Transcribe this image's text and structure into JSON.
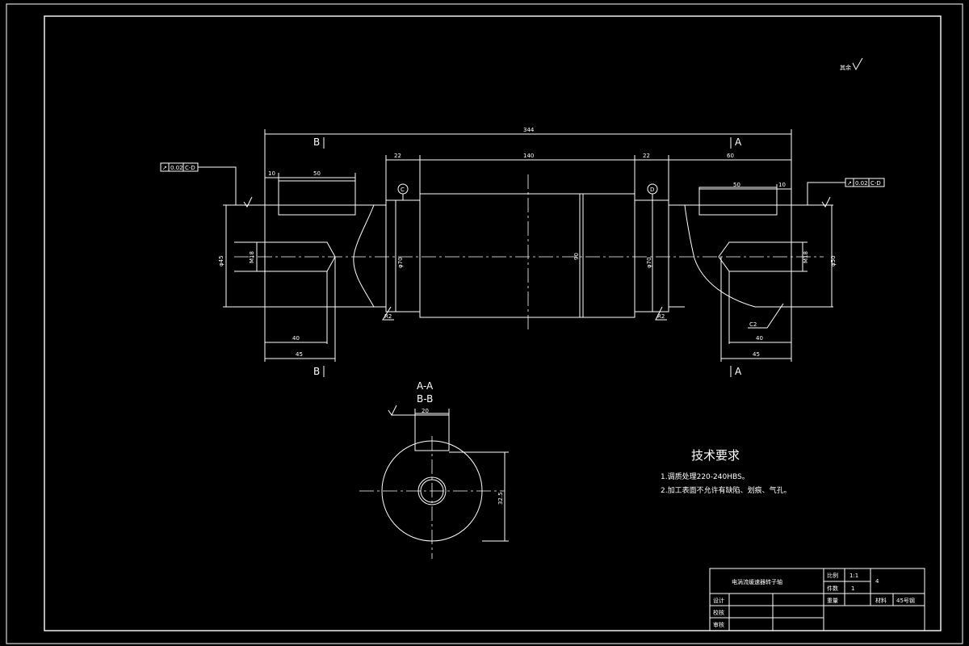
{
  "drawing": {
    "dims": {
      "total": "344",
      "d22_left": "22",
      "d140": "140",
      "d22_right": "22",
      "d60": "60",
      "d10_left": "10",
      "d50_left": "50",
      "d50_right": "50",
      "d10_right": "10",
      "d40_left": "40",
      "d45_left": "45",
      "d40_right": "40",
      "d45_right": "45",
      "dia45": "φ45",
      "dia18_left": "M18",
      "dia18_right": "M18",
      "dia70_left": "φ70",
      "dia70_right": "φ70",
      "dia90": "90",
      "dia50_right": "φ50",
      "chamfer": "C2",
      "r2_left": "R2",
      "r2_right": "R2",
      "key_width": "20",
      "key_depth": "32.5"
    },
    "tolerance_frames": [
      {
        "symbol": "↗",
        "value": "0.02",
        "datum": "C-D"
      },
      {
        "symbol": "↗",
        "value": "0.02",
        "datum": "C-D"
      }
    ],
    "datums": {
      "c": "C",
      "d": "D"
    },
    "section_marks": {
      "b_top": "B",
      "a_top": "A",
      "b_bottom": "B",
      "a_bottom": "A"
    },
    "section_title_1": "A-A",
    "section_title_2": "B-B",
    "roughness_note": "其余"
  },
  "requirements": {
    "heading": "技术要求",
    "line1": "1.调质处理220-240HBS。",
    "line2": "2.加工表面不允许有缺陷、划痕、气孔。"
  },
  "title_block": {
    "part_name": "电涡流缓速器转子轴",
    "scale_label": "比例",
    "scale_value": "1:1",
    "qty_label": "件数",
    "qty_value": "1",
    "sheet_no": "4",
    "designer": "设计",
    "checker": "校核",
    "reviewer": "审核",
    "weight_label": "重量",
    "material_label": "材料",
    "material_value": "45号钢"
  }
}
